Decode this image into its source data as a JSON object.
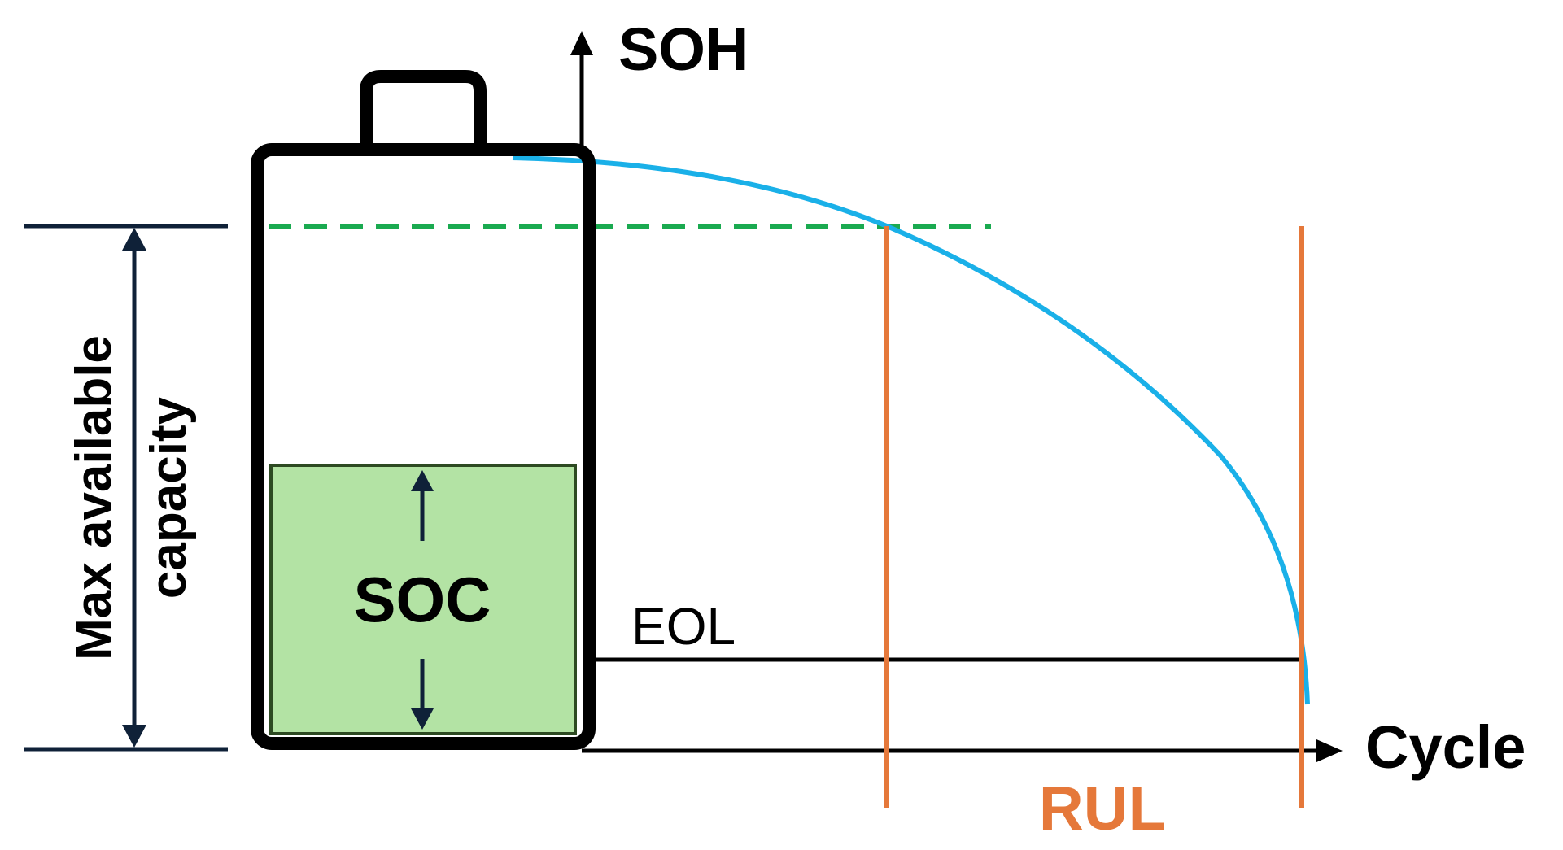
{
  "labels": {
    "y_axis": "SOH",
    "x_axis": "Cycle",
    "soc": "SOC",
    "eol": "EOL",
    "rul": "RUL",
    "capacity_line1": "Max available",
    "capacity_line2": "capacity"
  },
  "colors": {
    "outline": "#000000",
    "soc_fill": "#b3e3a4",
    "soc_border": "#2d4a22",
    "soh_curve": "#1ab0e8",
    "capacity_dashed": "#1aaa50",
    "rul_lines": "#e5783a",
    "rul_text": "#e5783a",
    "dimension": "#0f2138"
  }
}
